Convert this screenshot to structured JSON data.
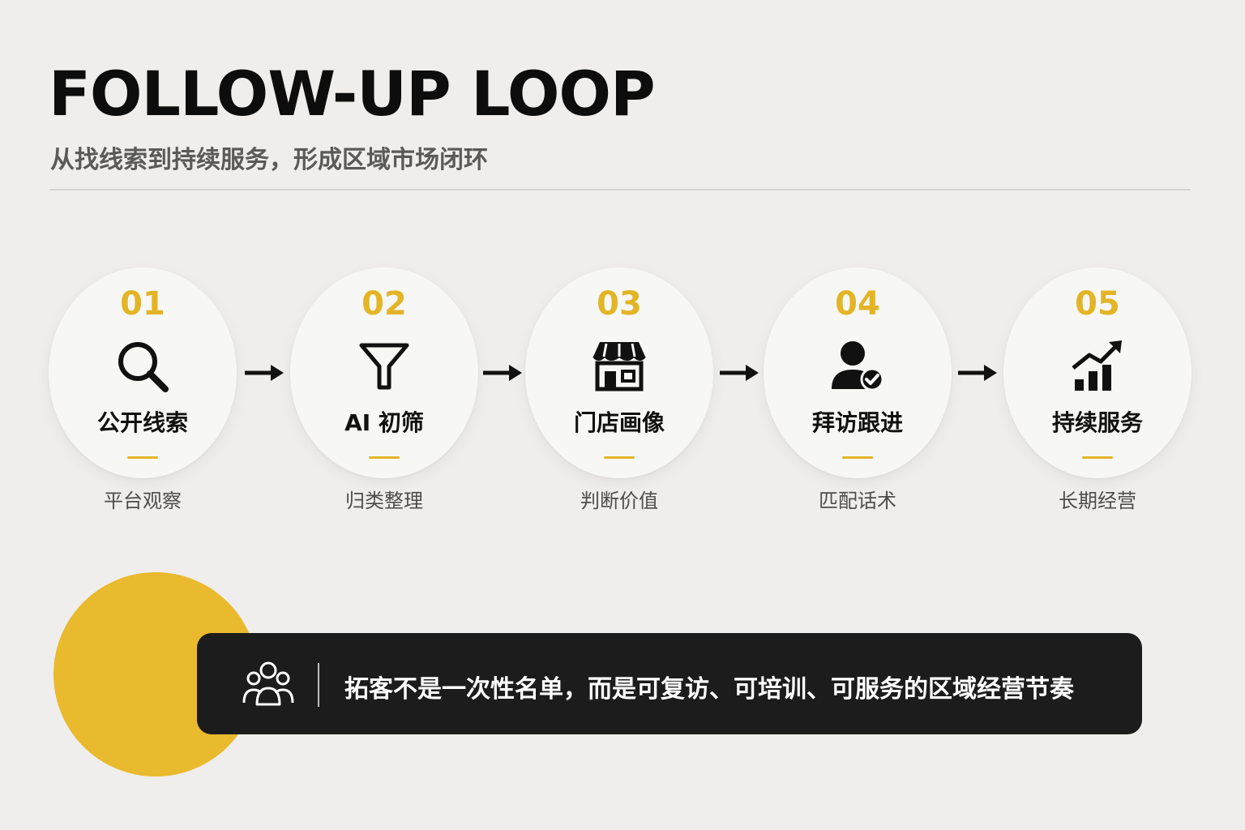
{
  "header": {
    "title": "FOLLOW-UP LOOP",
    "subtitle": "从找线索到持续服务，形成区域市场闭环"
  },
  "steps": [
    {
      "number": "01",
      "label": "公开线索",
      "caption": "平台观察",
      "icon": "search-icon"
    },
    {
      "number": "02",
      "label": "AI 初筛",
      "caption": "归类整理",
      "icon": "funnel-icon"
    },
    {
      "number": "03",
      "label": "门店画像",
      "caption": "判断价值",
      "icon": "storefront-icon"
    },
    {
      "number": "04",
      "label": "拜访跟进",
      "caption": "匹配话术",
      "icon": "user-check-icon"
    },
    {
      "number": "05",
      "label": "持续服务",
      "caption": "长期经营",
      "icon": "growth-chart-icon"
    }
  ],
  "banner": {
    "icon": "group-icon",
    "message": "拓客不是一次性名单，而是可复访、可培训、可服务的区域经营节奏"
  },
  "colors": {
    "accent": "#e3b526",
    "background": "#efeeec",
    "banner": "#1c1c1c",
    "yellow_circle": "#e9b92e"
  }
}
